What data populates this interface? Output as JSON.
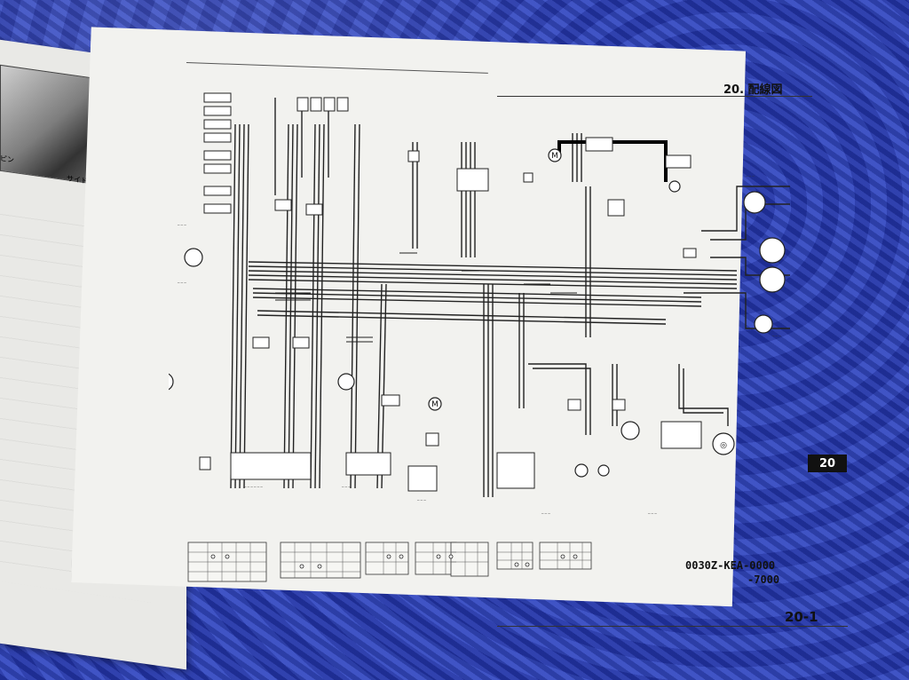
{
  "page": {
    "section_title": "20. 配線図",
    "chapter_tab": "20",
    "part_code_line1": "0030Z-KEA-0000",
    "part_code_line2": "-7000",
    "page_number": "20-1"
  },
  "left_page": {
    "photo_caption": "サイドスタンドスイッチ",
    "photo_caption_partial": "ピン"
  },
  "colors": {
    "quilt_blue": "#2b41bf",
    "paper": "#f2f2ef",
    "ink": "#111111"
  }
}
